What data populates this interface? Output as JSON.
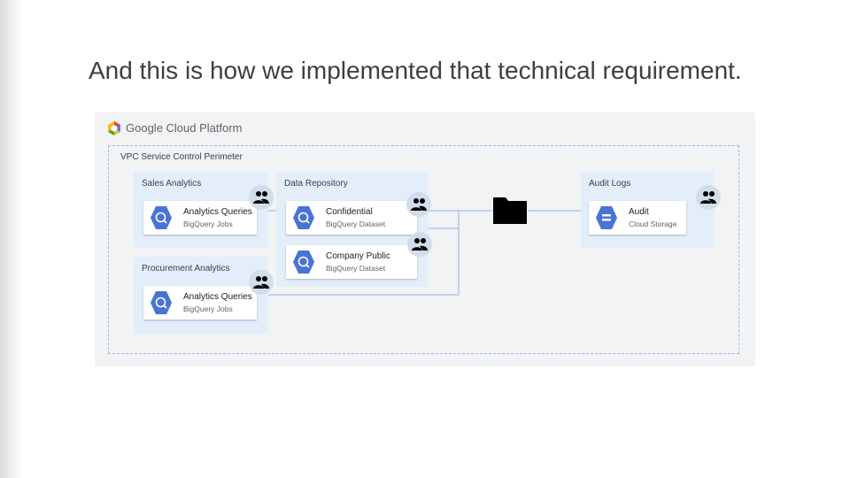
{
  "slide": {
    "title": "And this is how we implemented that technical requirement."
  },
  "diagram": {
    "brand": "Google Cloud Platform",
    "perimeter_label": "VPC Service Control Perimeter",
    "groups": {
      "sales": {
        "label": "Sales Analytics",
        "card": {
          "title": "Analytics Queries",
          "subtitle": "BigQuery Jobs",
          "icon": "bigquery-icon"
        }
      },
      "procurement": {
        "label": "Procurement Analytics",
        "card": {
          "title": "Analytics Queries",
          "subtitle": "BigQuery Jobs",
          "icon": "bigquery-icon"
        }
      },
      "repository": {
        "label": "Data Repository",
        "cards": [
          {
            "title": "Confidential",
            "subtitle": "BigQuery Dataset",
            "icon": "bigquery-icon"
          },
          {
            "title": "Company Public",
            "subtitle": "BigQuery Dataset",
            "icon": "bigquery-icon"
          }
        ]
      },
      "audit": {
        "label": "Audit Logs",
        "card": {
          "title": "Audit",
          "subtitle": "Cloud Storage",
          "icon": "cloud-storage-icon"
        }
      }
    },
    "icons": {
      "people": "people-group-icon",
      "folder": "folder-icon"
    },
    "colors": {
      "background": "#f1f3f4",
      "group_fill": "#e3eefa",
      "hexagon": "#4a73d6",
      "connector": "#8ab0f5",
      "people_badge": "#d2dcea",
      "folder": "#000000"
    }
  }
}
